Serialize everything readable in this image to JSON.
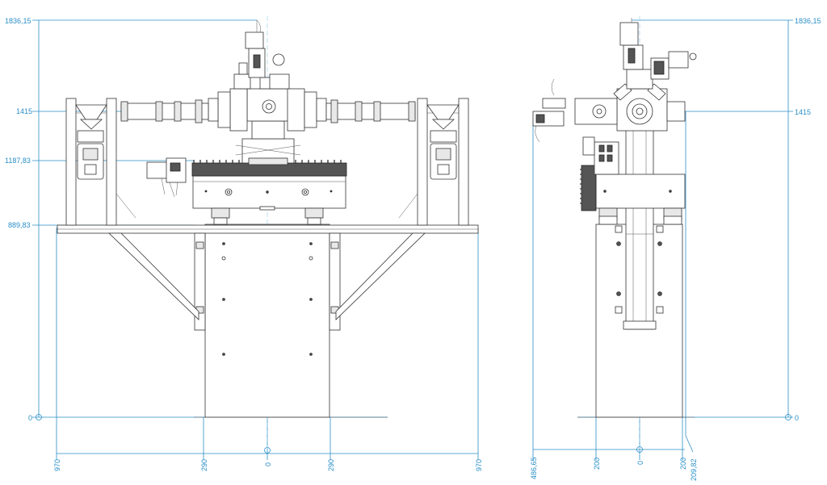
{
  "front_view": {
    "height_dims": [
      "1836,15",
      "1415",
      "1187,83",
      "889,83",
      "0"
    ],
    "width_dims": [
      "970",
      "290",
      "0",
      "290",
      "970"
    ]
  },
  "side_view": {
    "height_dims": [
      "1836,15",
      "1415",
      "0"
    ],
    "width_dims": [
      "486,65",
      "200",
      "0",
      "200",
      "209,82"
    ]
  },
  "colors": {
    "dimension": "#2a8fc8",
    "linework": "#333333"
  }
}
